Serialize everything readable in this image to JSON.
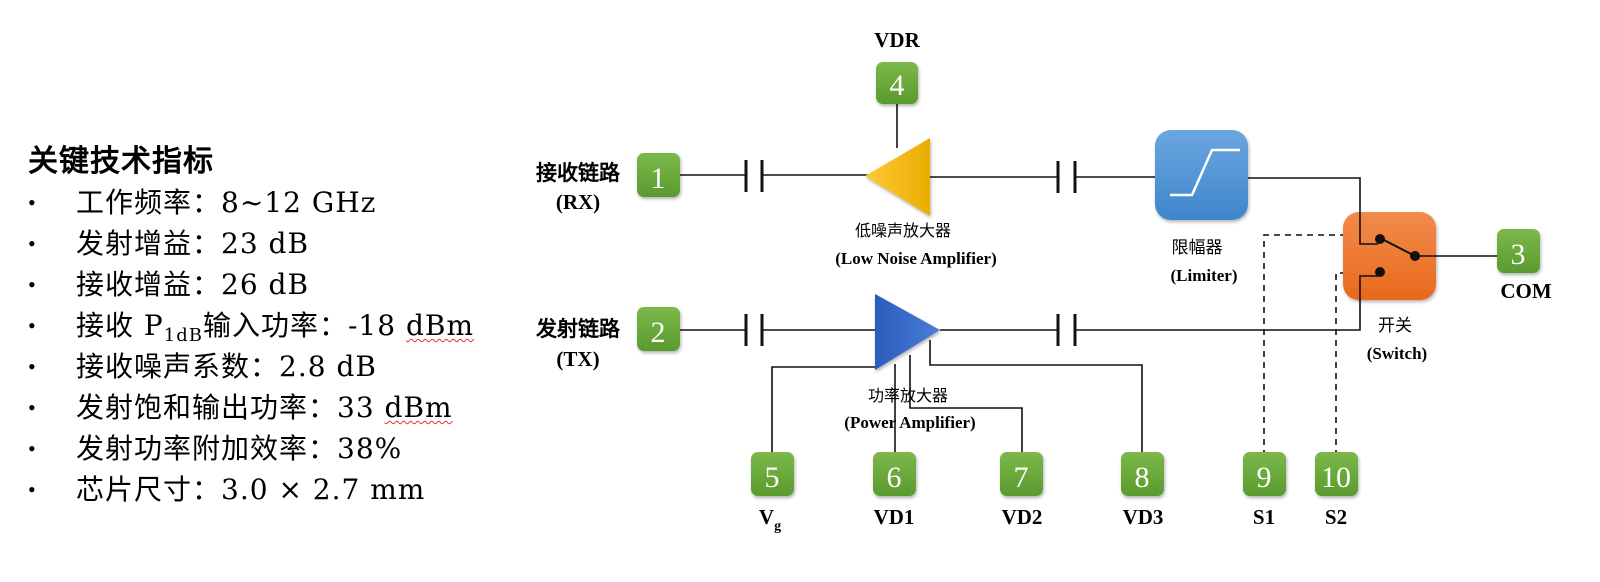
{
  "specs": {
    "title": "关键技术指标",
    "bullet": "•",
    "items": [
      {
        "label": "工作频率：",
        "value": "8~12 GHz"
      },
      {
        "label": "发射增益：",
        "value": "23 dB"
      },
      {
        "label": "接收增益：",
        "value": "26 dB"
      },
      {
        "label_pre": "接收 P",
        "label_sub": "1dB",
        "label_post": "输入功率：",
        "value_num": "-18 ",
        "value_unit": "dBm"
      },
      {
        "label": "接收噪声系数：",
        "value": "2.8 dB"
      },
      {
        "label": "发射饱和输出功率：",
        "value_num": "33 ",
        "value_unit": "dBm"
      },
      {
        "label": "发射功率附加效率：",
        "value": "38%"
      },
      {
        "label": "芯片尺寸：",
        "value": "3.0 × 2.7 mm"
      }
    ]
  },
  "diagram": {
    "colors": {
      "pin_green": "#6aaa3a",
      "lna_yellow": "#f5b800",
      "pa_blue": "#2f62c0",
      "limiter_blue": "#4a8fd4",
      "switch_orange": "#ef7a2c"
    },
    "rx_chain": {
      "label_cn": "接收链路",
      "label_en": "(RX)"
    },
    "tx_chain": {
      "label_cn": "发射链路",
      "label_en": "(TX)"
    },
    "lna": {
      "label_cn": "低噪声放大器",
      "label_en": "(Low Noise Amplifier)"
    },
    "pa": {
      "label_cn": "功率放大器",
      "label_en": "(Power Amplifier)"
    },
    "limiter": {
      "label_cn": "限幅器",
      "label_en": "(Limiter)"
    },
    "switch": {
      "label_cn": "开关",
      "label_en": "(Switch)"
    },
    "pins": [
      {
        "num": "1",
        "name": ""
      },
      {
        "num": "2",
        "name": ""
      },
      {
        "num": "3",
        "name": "COM"
      },
      {
        "num": "4",
        "name": "VDR"
      },
      {
        "num": "5",
        "name": "V",
        "name_sub": "g"
      },
      {
        "num": "6",
        "name": "VD1"
      },
      {
        "num": "7",
        "name": "VD2"
      },
      {
        "num": "8",
        "name": "VD3"
      },
      {
        "num": "9",
        "name": "S1"
      },
      {
        "num": "10",
        "name": "S2"
      }
    ]
  }
}
